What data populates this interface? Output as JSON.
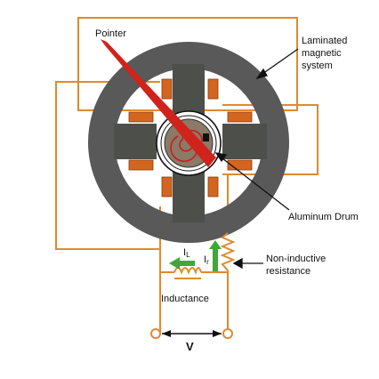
{
  "labels": {
    "pointer": "Pointer",
    "laminated": [
      "Laminated",
      "magnetic",
      "system"
    ],
    "aluminum_drum": "Aluminum Drum",
    "non_inductive": [
      "Non-inductive",
      "resistance"
    ],
    "inductance": "Inductance",
    "voltage": "V",
    "current_l": "I",
    "current_l_sub": "L",
    "current_r": "I",
    "current_r_sub": "r"
  },
  "colors": {
    "wire": "#e08a2c",
    "ring": "#595959",
    "pole": "#4d4f4a",
    "coil": "#d4651f",
    "pointer": "#d0231b",
    "arrow_green": "#3ea936",
    "drum": "#8a7a66",
    "spring": "#c81e1e"
  }
}
